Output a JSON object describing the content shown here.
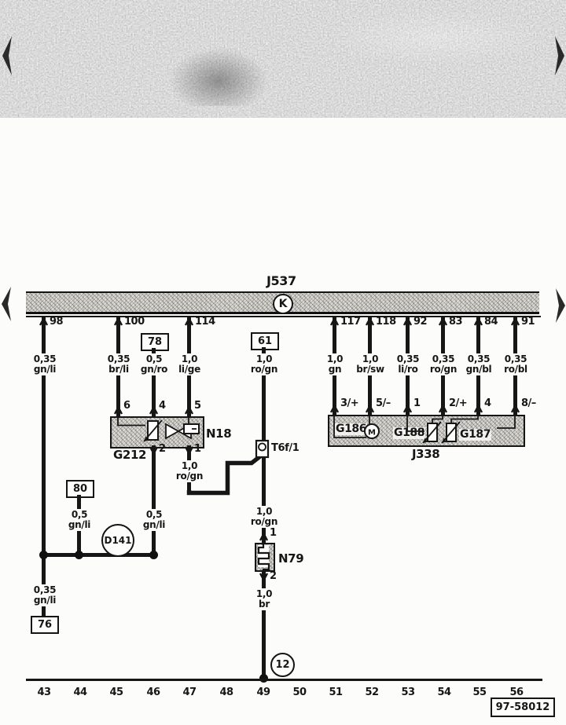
{
  "page": {
    "ref": "97-58012"
  },
  "bus": {
    "label": "J537",
    "marker": "K",
    "pins": [
      "98",
      "100",
      "114",
      "117",
      "118",
      "92",
      "83",
      "84",
      "91"
    ]
  },
  "boxes": {
    "b78": "78",
    "b61": "61",
    "b80": "80",
    "b76": "76"
  },
  "wires": [
    {
      "g": "0,35",
      "c": "gn/li"
    },
    {
      "g": "0,35",
      "c": "br/li"
    },
    {
      "g": "0,5",
      "c": "gn/ro"
    },
    {
      "g": "1,0",
      "c": "li/ge"
    },
    {
      "g": "1,0",
      "c": "ro/gn"
    },
    {
      "g": "1,0",
      "c": "gn"
    },
    {
      "g": "1,0",
      "c": "br/sw"
    },
    {
      "g": "0,35",
      "c": "li/ro"
    },
    {
      "g": "0,35",
      "c": "ro/gn"
    },
    {
      "g": "0,35",
      "c": "gn/bl"
    },
    {
      "g": "0,35",
      "c": "ro/bl"
    },
    {
      "g": "1,0",
      "c": "ro/gn"
    },
    {
      "g": "0,5",
      "c": "gn/li"
    },
    {
      "g": "0,5",
      "c": "gn/li"
    },
    {
      "g": "1,0",
      "c": "ro/gn"
    },
    {
      "g": "0,35",
      "c": "gn/li"
    },
    {
      "g": "1,0",
      "c": "br"
    }
  ],
  "n18": {
    "label": "N18",
    "sensor": "G212",
    "pins_top": [
      "6",
      "4",
      "5"
    ],
    "pins_bottom": [
      "2",
      "1"
    ]
  },
  "j338": {
    "label": "J338",
    "pins_top": [
      "3/+",
      "5/–",
      "1",
      "2/+",
      "4",
      "8/–"
    ],
    "g186": "G186",
    "motor": "M",
    "g188": "G188",
    "g187": "G187"
  },
  "t6f": {
    "label": "T6f/1"
  },
  "d141": {
    "label": "D141"
  },
  "n79": {
    "label": "N79",
    "pin_top": "1",
    "pin_bottom": "2"
  },
  "ground": {
    "label": "12"
  },
  "tracks": [
    "43",
    "44",
    "45",
    "46",
    "47",
    "48",
    "49",
    "50",
    "51",
    "52",
    "53",
    "54",
    "55",
    "56"
  ]
}
